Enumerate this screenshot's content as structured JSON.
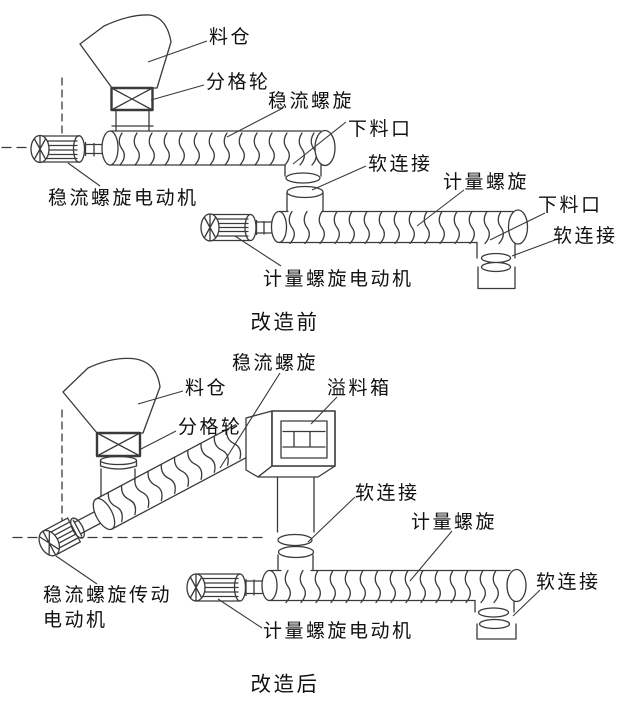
{
  "figure": {
    "before": {
      "caption": "改造前",
      "labels": {
        "hopper": "料仓",
        "dividing_wheel": "分格轮",
        "stabilizing_screw": "稳流螺旋",
        "discharge_port_1": "下料口",
        "soft_connection_1": "软连接",
        "metering_screw": "计量螺旋",
        "discharge_port_2": "下料口",
        "soft_connection_2": "软连接",
        "stabilizing_screw_motor": "稳流螺旋电动机",
        "metering_screw_motor": "计量螺旋电动机"
      }
    },
    "after": {
      "caption": "改造后",
      "labels": {
        "stabilizing_screw": "稳流螺旋",
        "hopper": "料仓",
        "overflow_box": "溢料箱",
        "dividing_wheel": "分格轮",
        "soft_connection_1": "软连接",
        "metering_screw": "计量螺旋",
        "soft_connection_2": "软连接",
        "drive_motor_line1": "稳流螺旋传动",
        "drive_motor_line2": "电动机",
        "metering_screw_motor": "计量螺旋电动机"
      }
    },
    "colors": {
      "line": "#3a3a3a",
      "text": "#111111",
      "background": "#ffffff"
    }
  }
}
